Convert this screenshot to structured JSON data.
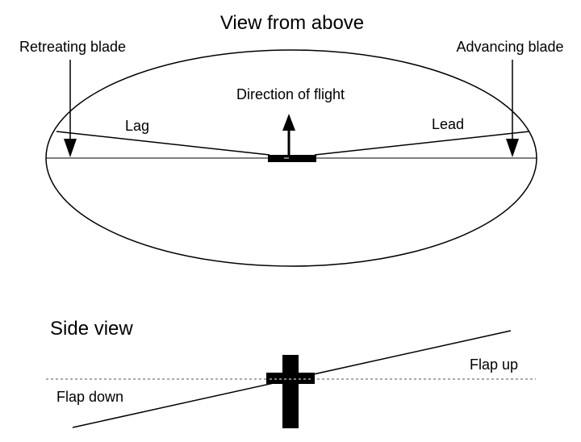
{
  "top_view": {
    "title": "View from above",
    "retreating_label": "Retreating blade",
    "advancing_label": "Advancing blade",
    "direction_label": "Direction of flight",
    "lag_label": "Lag",
    "lead_label": "Lead"
  },
  "side_view": {
    "title": "Side view",
    "flap_up_label": "Flap up",
    "flap_down_label": "Flap down"
  },
  "colors": {
    "ink": "#000000",
    "background": "#ffffff",
    "dotted_line": "#555555"
  }
}
